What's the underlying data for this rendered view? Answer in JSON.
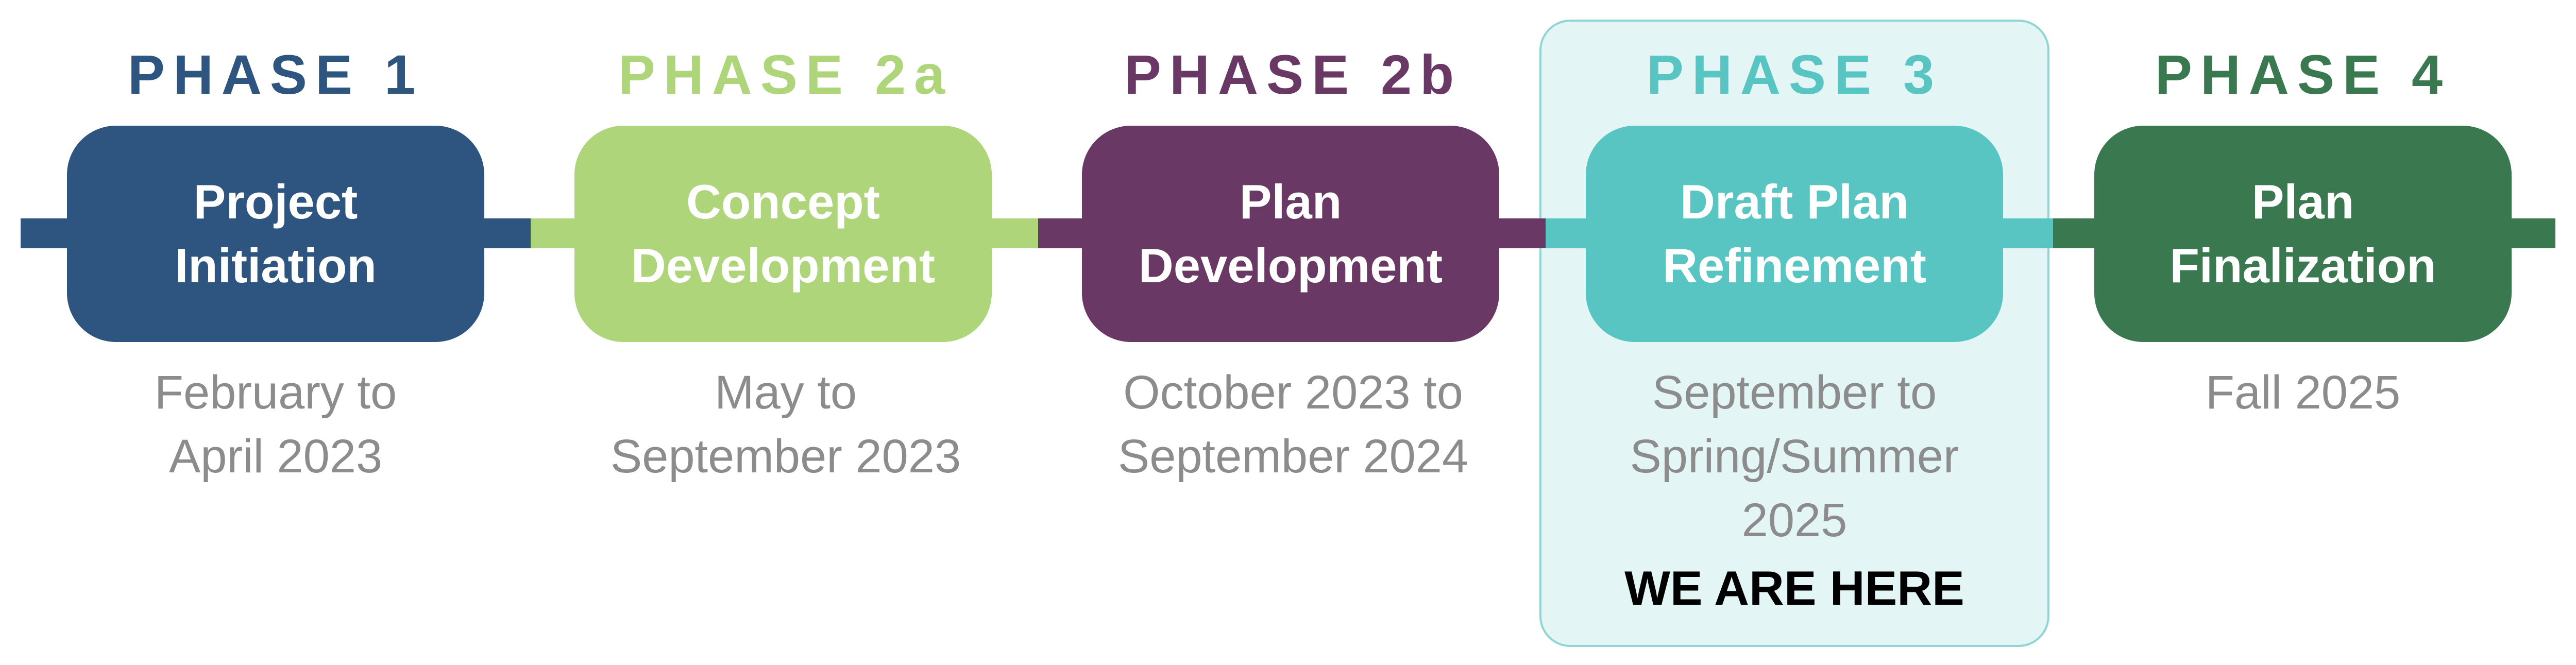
{
  "colors": {
    "phase1": "#2e5580",
    "phase2a": "#aed57a",
    "phase2b": "#6a3864",
    "phase3": "#58c5c2",
    "phase4": "#3a7850",
    "date_text": "#8c8c8c",
    "highlight_fill": "#e3f5f5",
    "highlight_border": "#8fd6d3"
  },
  "phases": [
    {
      "title": "PHASE 1",
      "box_label": "Project\nInitiation",
      "dates": "February to\nApril 2023",
      "color": "#2e5580"
    },
    {
      "title": "PHASE 2a",
      "box_label": "Concept\nDevelopment",
      "dates": "May to\nSeptember 2023",
      "color": "#aed57a"
    },
    {
      "title": "PHASE 2b",
      "box_label": "Plan\nDevelopment",
      "dates": "October 2023 to\nSeptember 2024",
      "color": "#6a3864"
    },
    {
      "title": "PHASE 3",
      "box_label": "Draft Plan\nRefinement",
      "dates": "September to\nSpring/Summer\n2025",
      "color": "#58c5c2",
      "current_label": "WE ARE HERE"
    },
    {
      "title": "PHASE 4",
      "box_label": "Plan\nFinalization",
      "dates": "Fall 2025",
      "color": "#3a7850"
    }
  ]
}
